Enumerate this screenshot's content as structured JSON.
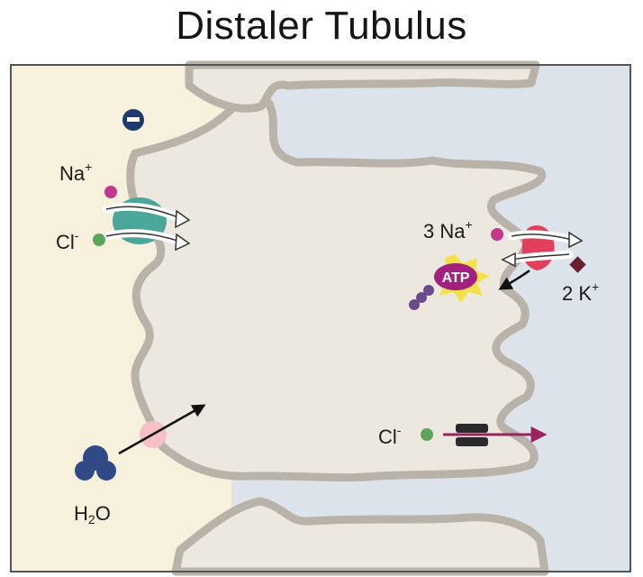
{
  "title": "Distaler Tubulus",
  "labels": {
    "na_symbol": "Na",
    "na_charge": "+",
    "cl_symbol": "Cl",
    "cl_charge": "-",
    "na3_symbol": "3 Na",
    "na3_charge": "+",
    "k2_symbol": "2 K",
    "k2_charge": "+",
    "cl2_symbol": "Cl",
    "cl2_charge": "-",
    "water_h": "H",
    "water_sub": "2",
    "water_o": "O",
    "atp": "ATP",
    "minus": "−"
  },
  "colors": {
    "lumen": "#f6f0dc",
    "cell": "#ede8df",
    "interstitium": "#dce3ea",
    "membrane": "#b8b2a8",
    "na_ion": "#c2388a",
    "cl_ion": "#5aa55a",
    "cotransporter": "#4aa79a",
    "atpase": "#e0405c",
    "k_ion": "#6a1f2c",
    "atp_bubble": "#a2207e",
    "atp_burst": "#f2e24a",
    "phosphate": "#6a4a8a",
    "water": "#2f4a86",
    "aquaporin": "#f5c0c8",
    "cl_channel": "#2a2a2a",
    "cl_arrow": "#9a2260",
    "minus_badge": "#1d3b6c"
  }
}
